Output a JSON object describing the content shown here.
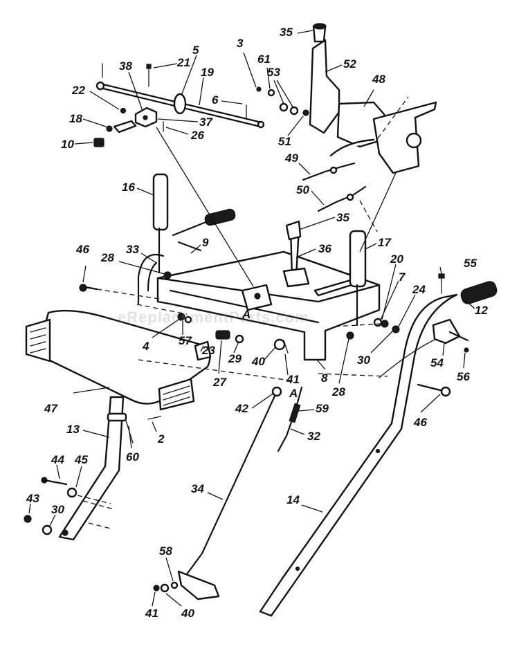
{
  "watermark": "eReplacementParts.com",
  "callouts": {
    "c35a": "35",
    "c52": "52",
    "c48": "48",
    "c3": "3",
    "c61": "61",
    "c53": "53",
    "c51": "51",
    "c5": "5",
    "c21": "21",
    "c38": "38",
    "c19": "19",
    "c22": "22",
    "c6": "6",
    "c18": "18",
    "c37": "37",
    "c26": "26",
    "c10": "10",
    "c49": "49",
    "c50": "50",
    "c16": "16",
    "c35b": "35",
    "c36": "36",
    "c17": "17",
    "c33": "33",
    "c9": "9",
    "c28a": "28",
    "c46a": "46",
    "c20": "20",
    "c55": "55",
    "c7": "7",
    "c24": "24",
    "c12": "12",
    "c57": "57",
    "c23": "23",
    "c4": "4",
    "c29": "29",
    "c27": "27",
    "c40a": "40",
    "c30a": "30",
    "c28b": "28",
    "c54": "54",
    "c8": "8",
    "c41a": "41",
    "c56": "56",
    "c47": "47",
    "c42": "42",
    "c59": "59",
    "c46b": "46",
    "c2": "2",
    "c32": "32",
    "c13": "13",
    "c60": "60",
    "c44": "44",
    "c45": "45",
    "c34": "34",
    "c14": "14",
    "c43": "43",
    "c30b": "30",
    "c58": "58",
    "c41b": "41",
    "c40b": "40",
    "refA1": "A",
    "refA2": "A"
  }
}
